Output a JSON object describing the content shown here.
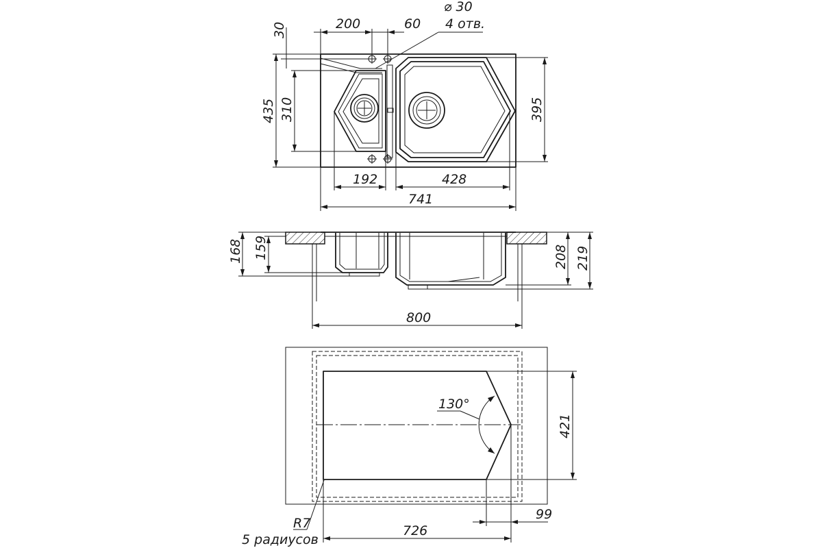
{
  "top_view": {
    "dim_30": "30",
    "dim_200": "200",
    "dim_60": "60",
    "dim_hole": "⌀ 30",
    "dim_holes_count": "4 отв.",
    "dim_435": "435",
    "dim_310": "310",
    "dim_395": "395",
    "dim_192": "192",
    "dim_428": "428",
    "dim_741": "741"
  },
  "section_view": {
    "dim_168": "168",
    "dim_159": "159",
    "dim_208": "208",
    "dim_219": "219",
    "dim_800": "800"
  },
  "cutout_view": {
    "dim_angle": "130°",
    "dim_421": "421",
    "dim_r7": "R7",
    "dim_radii": "5 радиусов",
    "dim_726": "726",
    "dim_99": "99"
  }
}
